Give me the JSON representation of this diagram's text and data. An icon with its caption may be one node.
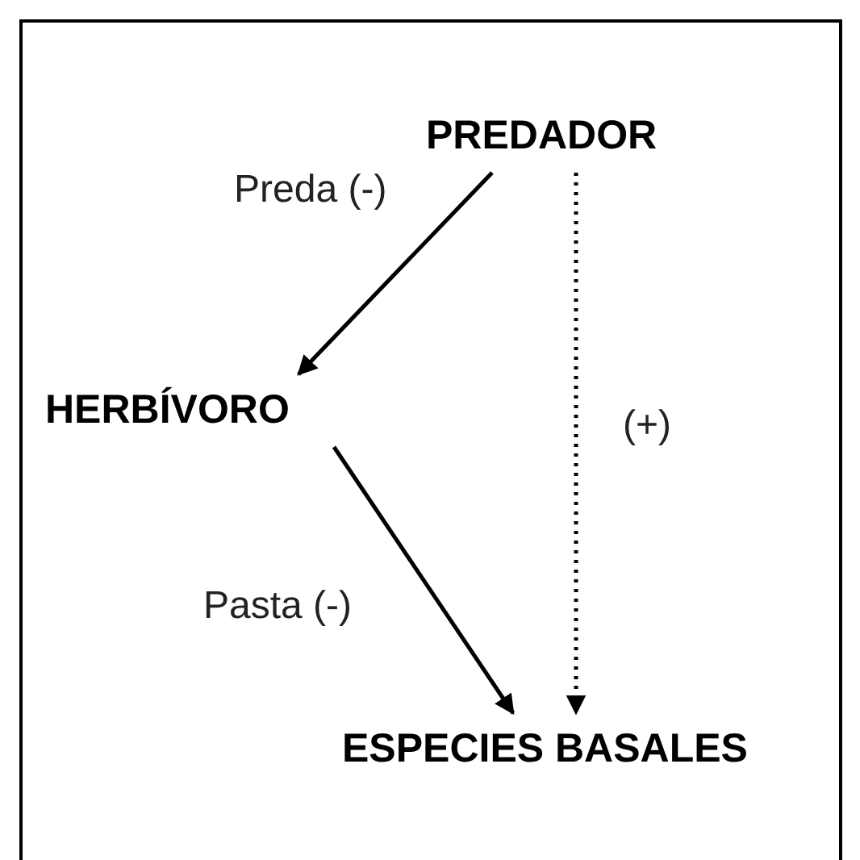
{
  "diagram": {
    "nodes": [
      {
        "text": [
          "PREDADOR"
        ]
      },
      {
        "text": [
          "HERBÍVORO"
        ]
      },
      {
        "text": [
          "ESPECIES BASALES"
        ]
      }
    ],
    "edges": [
      {
        "from": 0,
        "to": 1,
        "arrow": "to",
        "label": "Preda (-)"
      },
      {
        "from": 1,
        "to": 2,
        "arrow": "to",
        "label": "Pasta (-)"
      },
      {
        "from": 0,
        "to": 2,
        "arrow": "to",
        "label": "(+)",
        "style": "dashed"
      }
    ]
  }
}
